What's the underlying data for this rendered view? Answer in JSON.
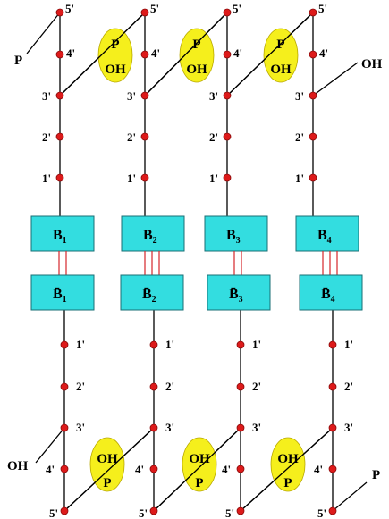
{
  "colors": {
    "node": "#dd1a1a",
    "box": "#33dde0",
    "box_border": "#1a6f75",
    "phosphate": "#f5ef1c",
    "bond": "#d4262a",
    "line": "#000000"
  },
  "top_strand": {
    "left_end_label": "P",
    "right_end_label": "OH",
    "prime_labels": [
      "5'",
      "4'",
      "3'",
      "2'",
      "1'"
    ],
    "bases": [
      {
        "letter": "B",
        "sub": "1"
      },
      {
        "letter": "B",
        "sub": "2"
      },
      {
        "letter": "B",
        "sub": "3"
      },
      {
        "letter": "B",
        "sub": "4"
      }
    ],
    "phosphate_groups": [
      {
        "top": "P",
        "bottom": "OH"
      },
      {
        "top": "P",
        "bottom": "OH"
      },
      {
        "top": "P",
        "bottom": "OH"
      }
    ]
  },
  "bottom_strand": {
    "left_end_label": "OH",
    "right_end_label": "P",
    "prime_labels": [
      "1'",
      "2'",
      "3'",
      "4'",
      "5'"
    ],
    "bases": [
      {
        "letter": "B̄",
        "sub": "1"
      },
      {
        "letter": "B̄",
        "sub": "2"
      },
      {
        "letter": "B̄",
        "sub": "3"
      },
      {
        "letter": "B̄",
        "sub": "4"
      }
    ],
    "phosphate_groups": [
      {
        "top": "OH",
        "bottom": "P"
      },
      {
        "top": "OH",
        "bottom": "P"
      },
      {
        "top": "OH",
        "bottom": "P"
      }
    ]
  },
  "base_pair_bonds": [
    2,
    3,
    2,
    3
  ]
}
